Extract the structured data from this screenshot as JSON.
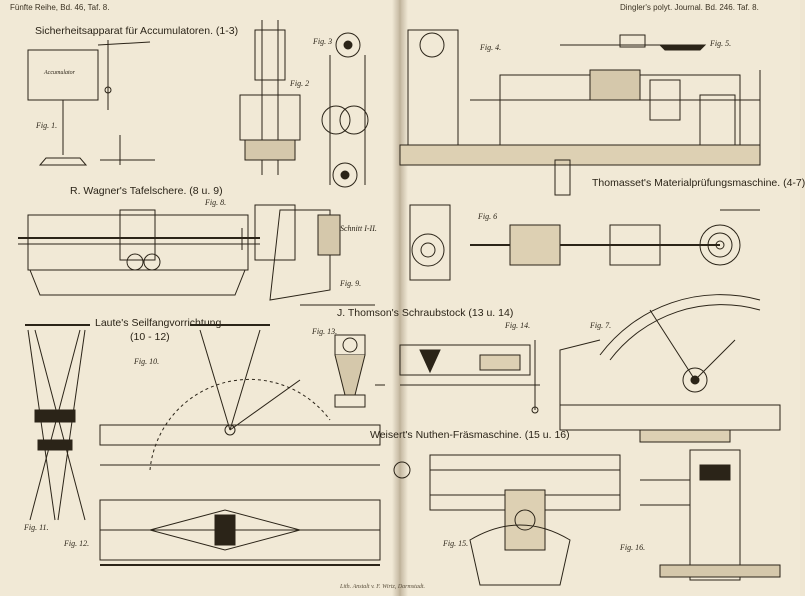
{
  "header": {
    "left": "Fünfte Reihe, Bd. 46, Taf. 8.",
    "right": "Dingler's polyt. Journal. Bd. 246. Taf. 8."
  },
  "titles": {
    "sicherheitsapparat": "Sicherheitsapparat für Accumulatoren. (1-3)",
    "wagner": "R. Wagner's Tafelschere. (8 u. 9)",
    "laute": "Laute's Seilfangvorrichtung",
    "laute_range": "(10 - 12)",
    "thomson": "J. Thomson's Schraubstock (13 u. 14)",
    "thomasset": "Thomasset's Materialprüfungsmaschine. (4-7)",
    "weisert": "Weisert's Nuthen-Fräsmaschine. (15 u. 16)"
  },
  "figures": {
    "fig1": "Fig. 1.",
    "fig2": "Fig. 2",
    "fig3": "Fig. 3",
    "fig4": "Fig. 4.",
    "fig5": "Fig. 5.",
    "fig6": "Fig. 6",
    "fig7": "Fig. 7.",
    "fig8": "Fig. 8.",
    "fig9": "Fig. 9.",
    "fig10": "Fig. 10.",
    "fig11": "Fig. 11.",
    "fig12": "Fig. 12.",
    "fig13": "Fig. 13.",
    "fig14": "Fig. 14.",
    "fig15": "Fig. 15.",
    "fig16": "Fig. 16."
  },
  "annotations": {
    "accumulator": "Accumulator",
    "schnitt": "Schnitt I-II."
  },
  "imprint": "Lith. Anstalt v. F. Wirtz, Darmstadt.",
  "colors": {
    "paper": "#f1e9d6",
    "ink": "#2b2418"
  }
}
